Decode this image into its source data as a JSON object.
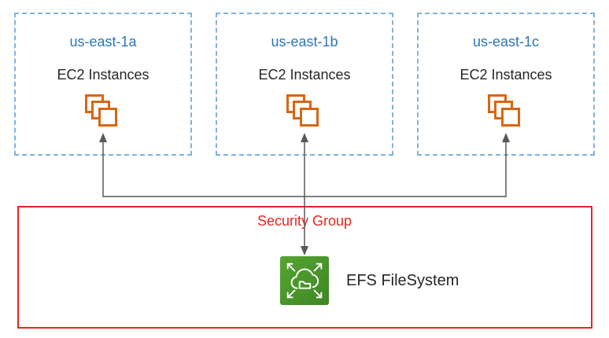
{
  "zones": [
    {
      "title": "us-east-1a",
      "label": "EC2 Instances"
    },
    {
      "title": "us-east-1b",
      "label": "EC2 Instances"
    },
    {
      "title": "us-east-1c",
      "label": "EC2 Instances"
    }
  ],
  "security_group": {
    "label": "Security Group"
  },
  "efs": {
    "label": "EFS FileSystem"
  },
  "icons": {
    "ec2": "ec2-instances-stack-icon",
    "efs": "efs-service-icon",
    "connector": "bidirectional-arrow-connector"
  },
  "colors": {
    "zone_border": "#7EB2E0",
    "zone_title": "#2E75B6",
    "ec2_orange": "#D86613",
    "arrow_gray": "#595959",
    "security_red": "#E8251F",
    "efs_green": "#3F8624",
    "text": "#262626"
  }
}
